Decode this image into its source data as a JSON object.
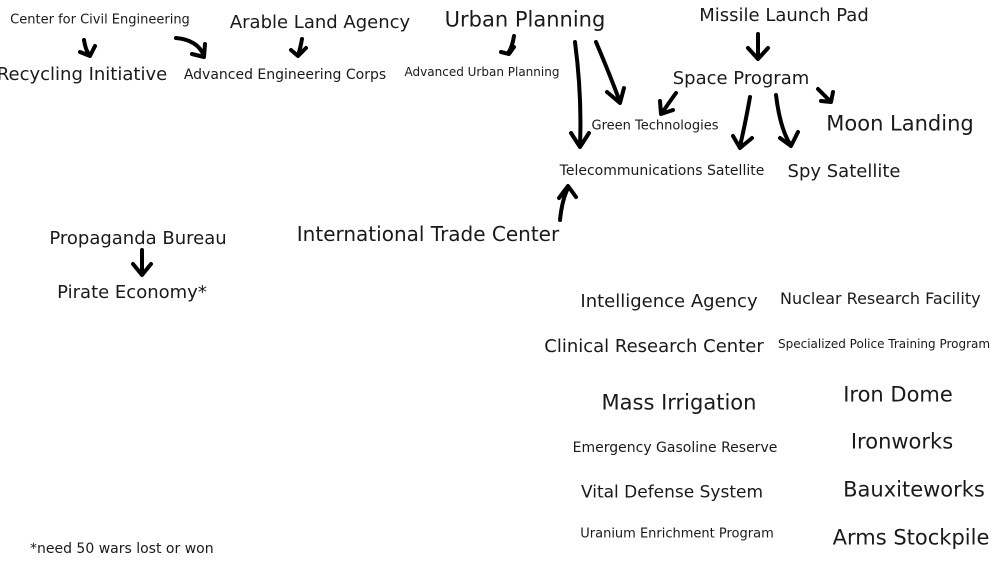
{
  "nodes": {
    "center_civil_eng": "Center for Civil Engineering",
    "arable_land": "Arable Land Agency",
    "urban_planning": "Urban Planning",
    "missile_launch_pad": "Missile Launch Pad",
    "recycling": "Recycling Initiative",
    "adv_eng_corps": "Advanced Engineering Corps",
    "adv_urban_planning": "Advanced Urban Planning",
    "space_program": "Space Program",
    "green_tech": "Green Technologies",
    "moon_landing": "Moon Landing",
    "telecom_sat": "Telecommunications Satellite",
    "spy_sat": "Spy Satellite",
    "intl_trade": "International Trade Center",
    "propaganda": "Propaganda Bureau",
    "pirate_economy": "Pirate Economy*",
    "intelligence": "Intelligence Agency",
    "nuclear_research": "Nuclear Research Facility",
    "clinical_research": "Clinical Research Center",
    "police_training": "Specialized Police Training Program",
    "mass_irrigation": "Mass Irrigation",
    "iron_dome": "Iron Dome",
    "gasoline_reserve": "Emergency Gasoline Reserve",
    "ironworks": "Ironworks",
    "vital_defense": "Vital Defense System",
    "bauxiteworks": "Bauxiteworks",
    "uranium": "Uranium Enrichment Program",
    "arms_stockpile": "Arms Stockpile"
  },
  "footnote": "*need 50 wars lost or won"
}
